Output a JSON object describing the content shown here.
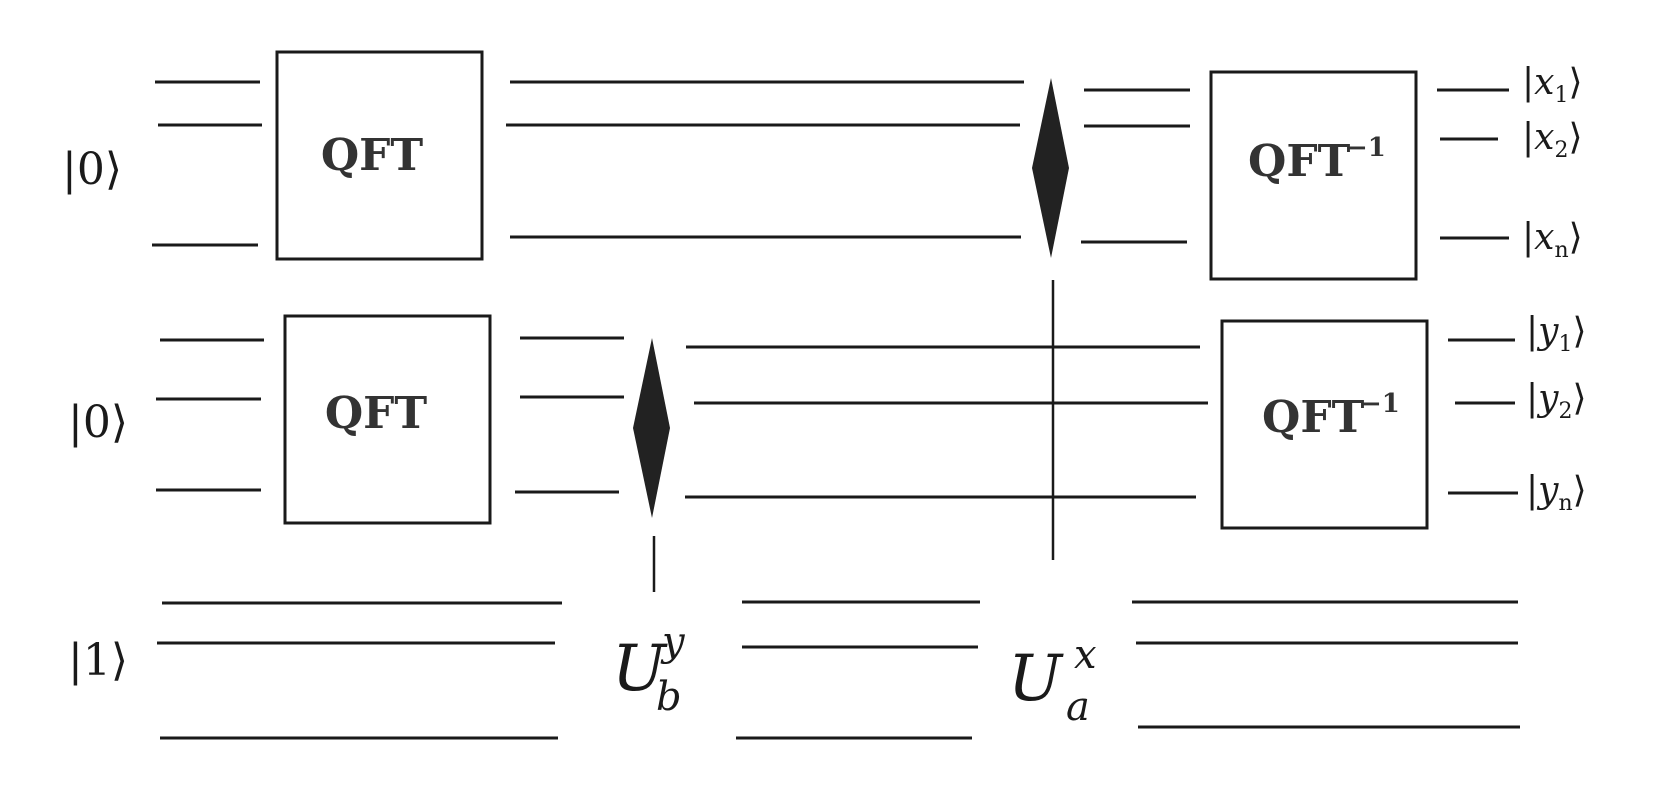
{
  "inputs": {
    "reg_x": "|0⟩",
    "reg_y": "|0⟩",
    "reg_b": "|1⟩"
  },
  "gates": {
    "qft": "QFT",
    "iqft": "QFT",
    "iqft_sup": "−1"
  },
  "operators": {
    "ub": {
      "base": "U",
      "sup": "y",
      "sub": "b"
    },
    "ua": {
      "base": "U",
      "sup": "x",
      "sub": "a"
    }
  },
  "outputs": {
    "x": [
      {
        "var": "x",
        "sub": "1"
      },
      {
        "var": "x",
        "sub": "2"
      },
      {
        "var": "x",
        "sub": "n"
      }
    ],
    "y": [
      {
        "var": "y",
        "sub": "1"
      },
      {
        "var": "y",
        "sub": "2"
      },
      {
        "var": "y",
        "sub": "n"
      }
    ]
  },
  "colors": {
    "ink": "#1a1a1a",
    "gate_text": "#333333",
    "diamond": "#222222",
    "background": "#ffffff"
  }
}
